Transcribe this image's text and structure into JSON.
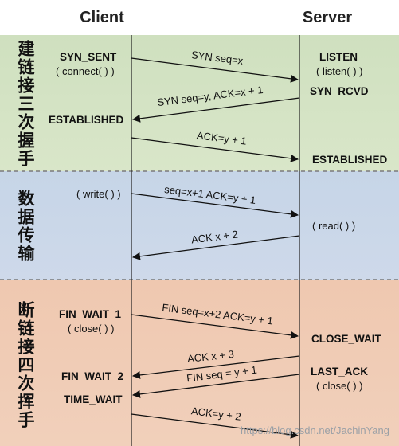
{
  "headers": {
    "client": "Client",
    "server": "Server"
  },
  "sections": {
    "establish": "建链接三次握手",
    "transfer": "数据传输",
    "teardown": "断链接四次挥手"
  },
  "client": {
    "syn_sent": "SYN_SENT",
    "connect": "( connect( ) )",
    "established": "ESTABLISHED",
    "write": "( write( ) )",
    "fin_wait_1": "FIN_WAIT_1",
    "close": "( close( ) )",
    "fin_wait_2": "FIN_WAIT_2",
    "time_wait": "TIME_WAIT"
  },
  "server": {
    "listen": "LISTEN",
    "listen_call": "( listen( ) )",
    "syn_rcvd": "SYN_RCVD",
    "established": "ESTABLISHED",
    "read": "( read( ) )",
    "close_wait": "CLOSE_WAIT",
    "last_ack": "LAST_ACK",
    "close": "( close( ) )"
  },
  "messages": {
    "syn": "SYN seq=x",
    "syn_ack": "SYN seq=y, ACK=x + 1",
    "ack": "ACK=y + 1",
    "data": "seq=x+1 ACK=y + 1",
    "data_ack": "ACK x + 2",
    "fin1": "FIN seq=x+2 ACK=y + 1",
    "ack2": "ACK x + 3",
    "fin2": "FIN seq = y + 1",
    "ack3": "ACK=y + 2"
  },
  "watermark": "https://blog.csdn.net/JachinYang",
  "colors": {
    "establish_band": "#d5e4c5",
    "transfer_band": "#cad7e8",
    "teardown_band": "#f0ccb5"
  }
}
